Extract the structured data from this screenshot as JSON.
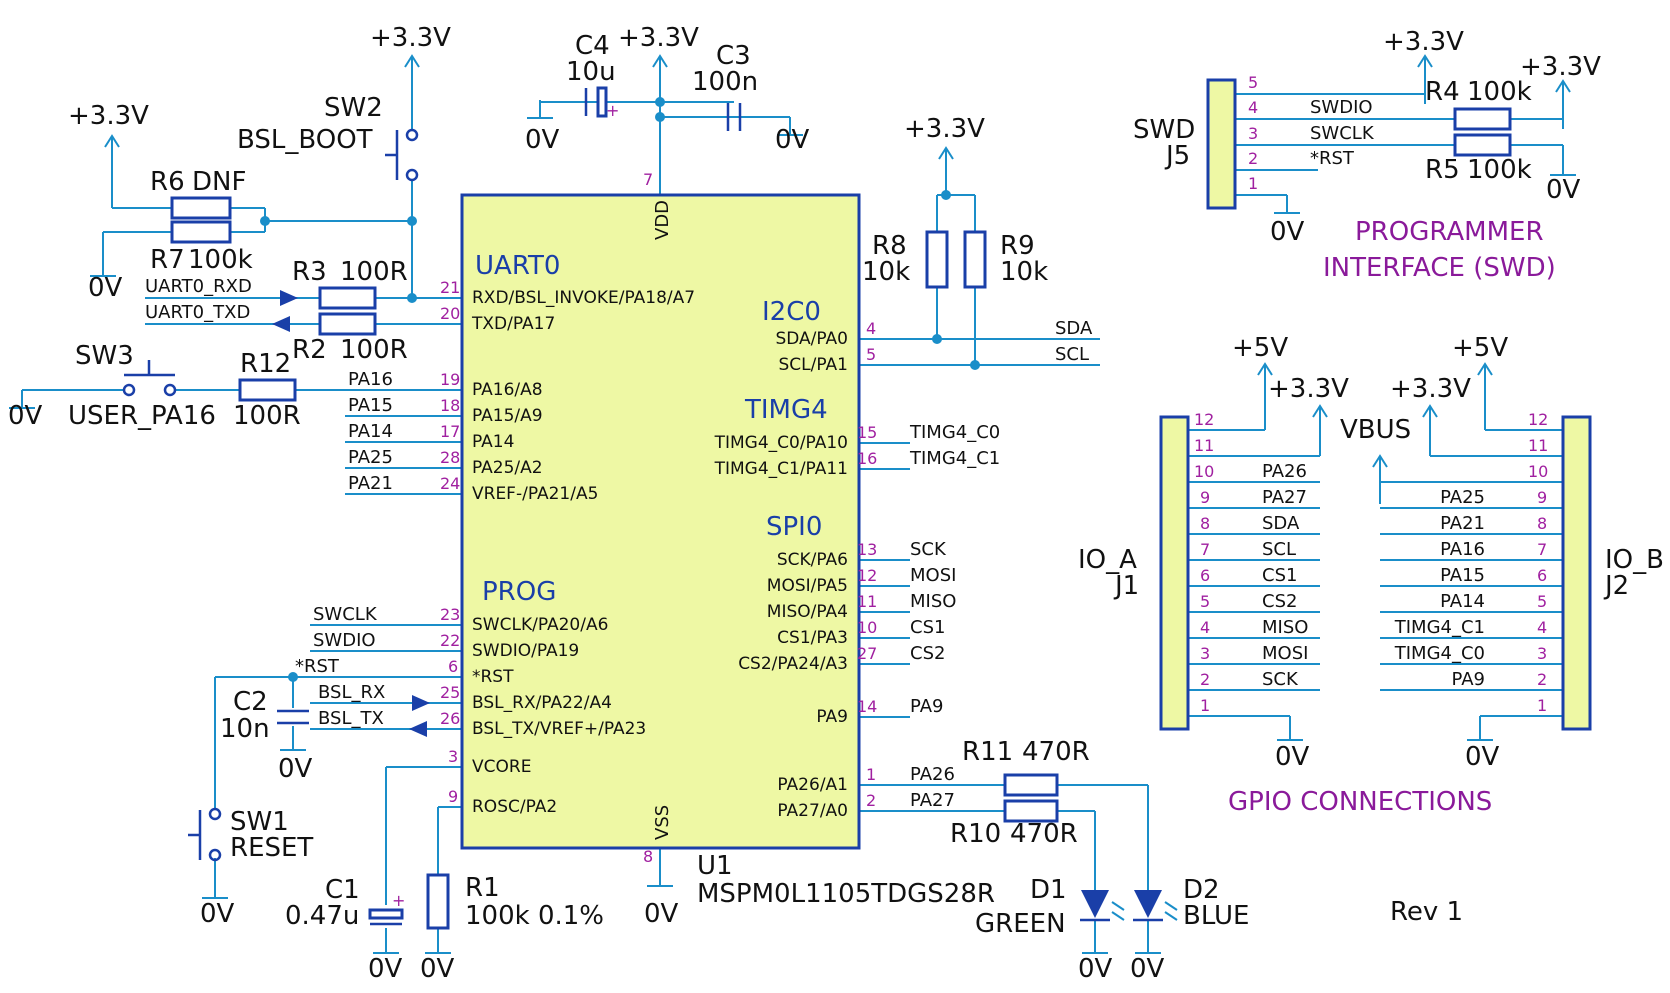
{
  "rails": {
    "v33": "+3.3V",
    "v5": "+5V",
    "gnd": "0V",
    "vbus": "VBUS"
  },
  "u1": {
    "ref": "U1",
    "part": "MSPM0L1105TDGS28R",
    "vdd": "VDD",
    "vdd_pin": "7",
    "vss": "VSS",
    "vss_pin": "8",
    "groups": {
      "uart": "UART0",
      "i2c": "I2C0",
      "timg": "TIMG4",
      "spi": "SPI0",
      "prog": "PROG"
    },
    "left_pins": [
      {
        "num": "21",
        "name": "RXD/BSL_INVOKE/PA18/A7"
      },
      {
        "num": "20",
        "name": "TXD/PA17"
      },
      {
        "num": "19",
        "name": "PA16/A8"
      },
      {
        "num": "18",
        "name": "PA15/A9"
      },
      {
        "num": "17",
        "name": "PA14"
      },
      {
        "num": "28",
        "name": "PA25/A2"
      },
      {
        "num": "24",
        "name": "VREF-/PA21/A5"
      },
      {
        "num": "23",
        "name": "SWCLK/PA20/A6"
      },
      {
        "num": "22",
        "name": "SWDIO/PA19"
      },
      {
        "num": "6",
        "name": "*RST"
      },
      {
        "num": "25",
        "name": "BSL_RX/PA22/A4"
      },
      {
        "num": "26",
        "name": "BSL_TX/VREF+/PA23"
      },
      {
        "num": "3",
        "name": "VCORE"
      },
      {
        "num": "9",
        "name": "ROSC/PA2"
      }
    ],
    "right_pins": [
      {
        "num": "4",
        "name": "SDA/PA0"
      },
      {
        "num": "5",
        "name": "SCL/PA1"
      },
      {
        "num": "15",
        "name": "TIMG4_C0/PA10"
      },
      {
        "num": "16",
        "name": "TIMG4_C1/PA11"
      },
      {
        "num": "13",
        "name": "SCK/PA6"
      },
      {
        "num": "12",
        "name": "MOSI/PA5"
      },
      {
        "num": "11",
        "name": "MISO/PA4"
      },
      {
        "num": "10",
        "name": "CS1/PA3"
      },
      {
        "num": "27",
        "name": "CS2/PA24/A3"
      },
      {
        "num": "14",
        "name": "PA9"
      },
      {
        "num": "1",
        "name": "PA26/A1"
      },
      {
        "num": "2",
        "name": "PA27/A0"
      }
    ]
  },
  "left_nets": [
    "PA16",
    "PA15",
    "PA14",
    "PA25",
    "PA21",
    "SWCLK",
    "SWDIO",
    "*RST",
    "BSL_RX",
    "BSL_TX",
    "UART0_RXD",
    "UART0_TXD"
  ],
  "right_nets": [
    "SDA",
    "SCL",
    "TIMG4_C0",
    "TIMG4_C1",
    "SCK",
    "MOSI",
    "MISO",
    "CS1",
    "CS2",
    "PA9",
    "PA26",
    "PA27"
  ],
  "components": {
    "c4": {
      "ref": "C4",
      "value": "10u"
    },
    "c3": {
      "ref": "C3",
      "value": "100n"
    },
    "c2": {
      "ref": "C2",
      "value": "10n"
    },
    "c1": {
      "ref": "C1",
      "value": "0.47u"
    },
    "r1": {
      "ref": "R1",
      "value": "100k 0.1%"
    },
    "r2": {
      "ref": "R2",
      "value": "100R"
    },
    "r3": {
      "ref": "R3",
      "value": "100R"
    },
    "r4": {
      "ref": "R4",
      "value": "100k"
    },
    "r5": {
      "ref": "R5",
      "value": "100k"
    },
    "r6": {
      "ref": "R6",
      "value": "DNF"
    },
    "r7": {
      "ref": "R7",
      "value": "100k"
    },
    "r8": {
      "ref": "R8",
      "value": "10k"
    },
    "r9": {
      "ref": "R9",
      "value": "10k"
    },
    "r10": {
      "ref": "R10",
      "value": "470R"
    },
    "r11": {
      "ref": "R11",
      "value": "470R"
    },
    "r12": {
      "ref": "R12",
      "value": "100R"
    },
    "sw1": {
      "ref": "SW1",
      "value": "RESET"
    },
    "sw2": {
      "ref": "SW2",
      "value": "BSL_BOOT"
    },
    "sw3": {
      "ref": "SW3",
      "value": "USER_PA16"
    },
    "d1": {
      "ref": "D1",
      "value": "GREEN"
    },
    "d2": {
      "ref": "D2",
      "value": "BLUE"
    }
  },
  "swd": {
    "ref": "J5",
    "name": "SWD",
    "pins": [
      "5",
      "4",
      "3",
      "2",
      "1"
    ],
    "nets": [
      "SWDIO",
      "SWCLK",
      "*RST"
    ],
    "title_line1": "PROGRAMMER",
    "title_line2": "INTERFACE (SWD)"
  },
  "j1": {
    "ref": "J1",
    "name": "IO_A",
    "pins": [
      "12",
      "11",
      "10",
      "9",
      "8",
      "7",
      "6",
      "5",
      "4",
      "3",
      "2",
      "1"
    ],
    "nets": [
      "PA26",
      "PA27",
      "SDA",
      "SCL",
      "CS1",
      "CS2",
      "MISO",
      "MOSI",
      "SCK"
    ]
  },
  "j2": {
    "ref": "J2",
    "name": "IO_B",
    "pins": [
      "12",
      "11",
      "10",
      "9",
      "8",
      "7",
      "6",
      "5",
      "4",
      "3",
      "2",
      "1"
    ],
    "nets": [
      "PA25",
      "PA21",
      "PA16",
      "PA15",
      "PA14",
      "TIMG4_C1",
      "TIMG4_C0",
      "PA9"
    ]
  },
  "gpio_title": "GPIO CONNECTIONS",
  "revision": "Rev 1",
  "colors": {
    "wire": "#1a8ec9",
    "component": "#1a3fa8",
    "ic_fill": "#eef8a4",
    "pin_number": "#a020a0",
    "title": "#8a1a9a"
  }
}
